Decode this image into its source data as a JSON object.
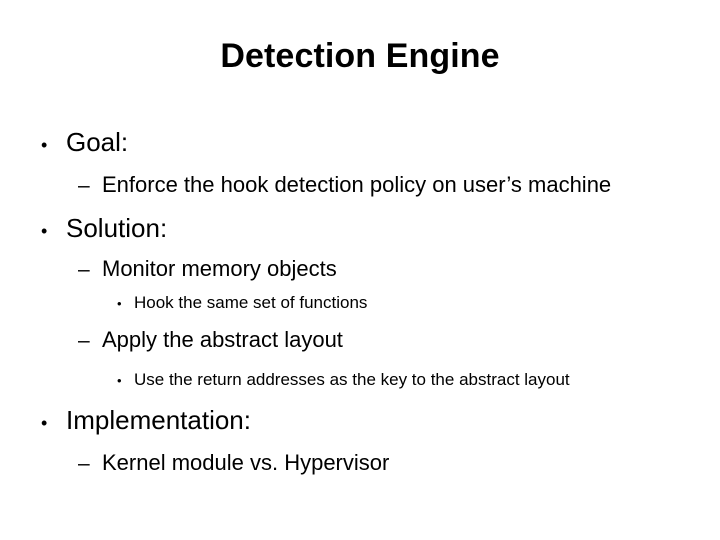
{
  "slide": {
    "title": "Detection Engine",
    "background_color": "#ffffff",
    "text_color": "#000000",
    "markers": {
      "level1": "•",
      "level2": "–",
      "level3": "•"
    },
    "bullets": [
      {
        "level": 1,
        "text": "Goal:"
      },
      {
        "level": 2,
        "text": "Enforce the hook detection policy on user’s machine"
      },
      {
        "level": 1,
        "text": "Solution:"
      },
      {
        "level": 2,
        "text": "Monitor memory objects"
      },
      {
        "level": 3,
        "text": "Hook the same set of functions"
      },
      {
        "level": 2,
        "text": "Apply the abstract layout"
      },
      {
        "level": 3,
        "text": "Use the return addresses as the key to the abstract layout"
      },
      {
        "level": 1,
        "text": "Implementation:"
      },
      {
        "level": 2,
        "text": "Kernel module vs. Hypervisor"
      }
    ]
  }
}
